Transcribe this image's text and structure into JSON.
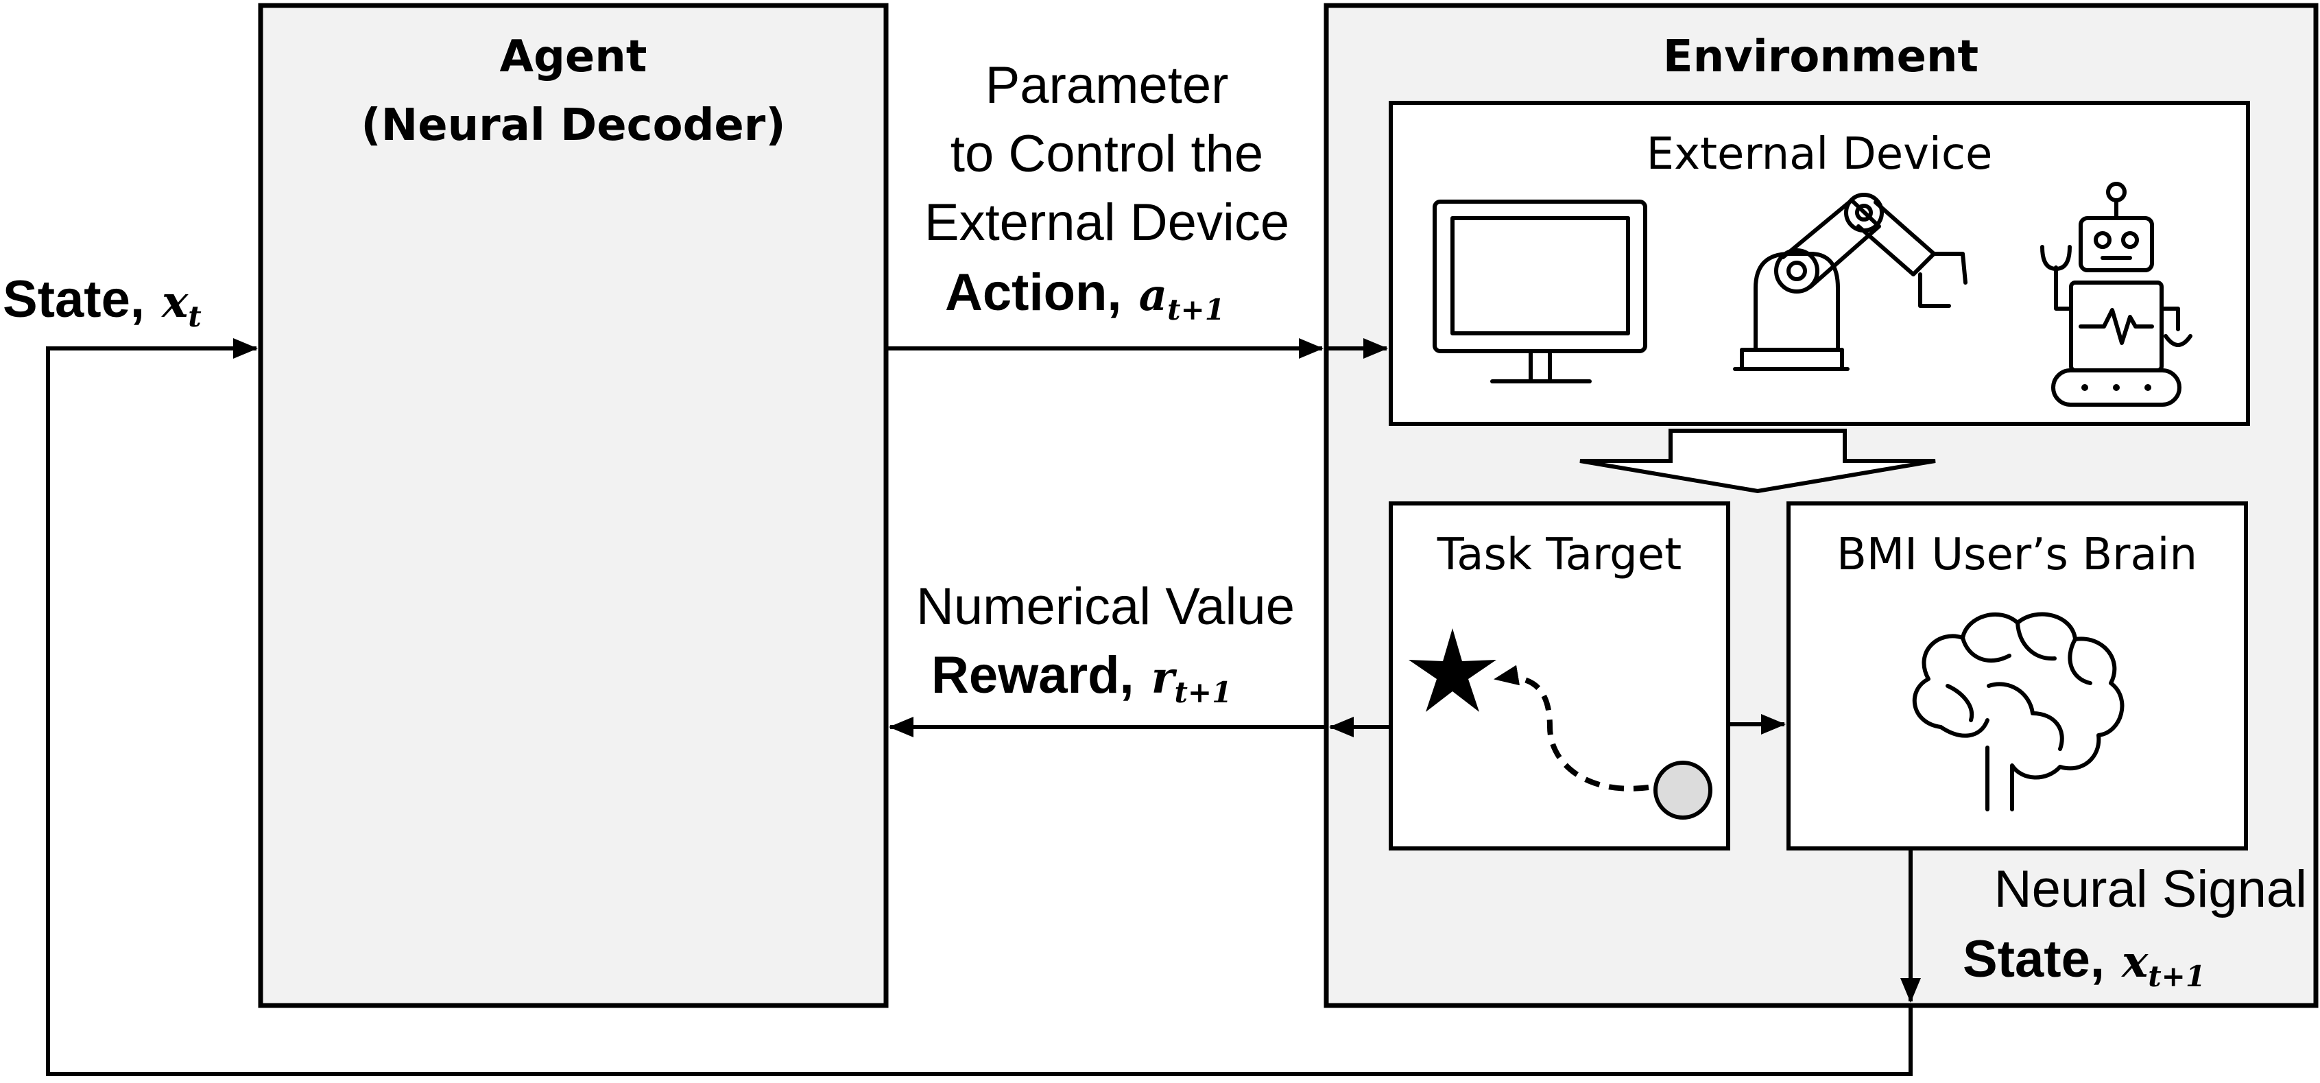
{
  "agent": {
    "title_line1": "Agent",
    "title_line2": "(Neural Decoder)"
  },
  "environment": {
    "title": "Environment",
    "external_device": {
      "label": "External Device"
    },
    "task_target": {
      "label": "Task Target"
    },
    "brain": {
      "label": "BMI User’s Brain"
    }
  },
  "flows": {
    "state_in": {
      "label": "State, ",
      "symbol": "x",
      "subscript": "t"
    },
    "action": {
      "desc_line1": "Parameter",
      "desc_line2": "to Control the",
      "desc_line3": "External Device",
      "label": "Action, ",
      "symbol": "a",
      "subscript": "t+1"
    },
    "reward": {
      "desc": "Numerical Value",
      "label": "Reward, ",
      "symbol": "r",
      "subscript": "t+1"
    },
    "state_out": {
      "desc": "Neural Signal",
      "label": "State, ",
      "symbol": "x",
      "subscript": "t+1"
    }
  },
  "icons": [
    "monitor-icon",
    "robot-arm-icon",
    "robot-icon",
    "star-icon",
    "cursor-circle-icon",
    "brain-icon"
  ]
}
